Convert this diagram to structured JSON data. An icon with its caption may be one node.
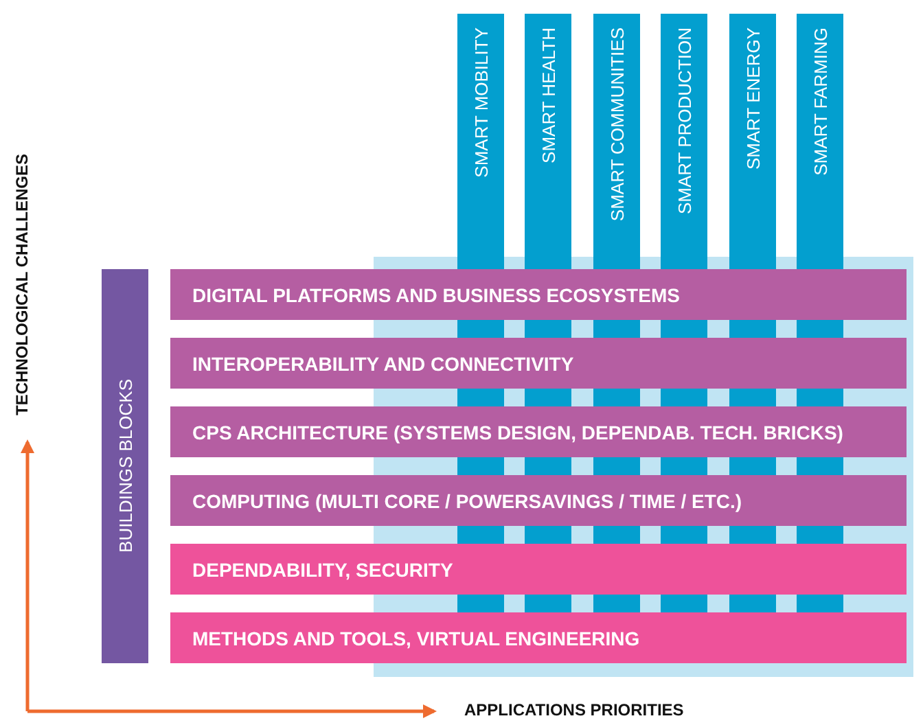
{
  "diagram": {
    "nodes": [
      {
        "text": [
          "SMART MOBILITY"
        ]
      },
      {
        "text": [
          "SMART HEALTH"
        ]
      },
      {
        "text": [
          "SMART COMMUNITIES"
        ]
      },
      {
        "text": [
          "SMART PRODUCTION"
        ]
      },
      {
        "text": [
          "SMART ENERGY"
        ]
      },
      {
        "text": [
          "SMART FARMING"
        ]
      },
      {
        "text": [
          "BUILDINGS BLOCKS"
        ]
      },
      {
        "text": [
          "DIGITAL PLATFORMS AND BUSINESS ECOSYSTEMS"
        ]
      },
      {
        "text": [
          "INTEROPERABILITY AND CONNECTIVITY"
        ]
      },
      {
        "text": [
          "CPS ARCHITECTURE (SYSTEMS DESIGN, DEPENDAB. TECH. BRICKS)"
        ]
      },
      {
        "text": [
          "COMPUTING (MULTI CORE / POWERSAVINGS / TIME / ETC.)"
        ]
      },
      {
        "text": [
          "DEPENDABILITY, SECURITY"
        ]
      },
      {
        "text": [
          "METHODS AND TOOLS, VIRTUAL ENGINEERING"
        ]
      }
    ],
    "labels": [
      "TECHNOLOGICAL CHALLENGES",
      "APPLICATIONS PRIORITIES"
    ]
  }
}
